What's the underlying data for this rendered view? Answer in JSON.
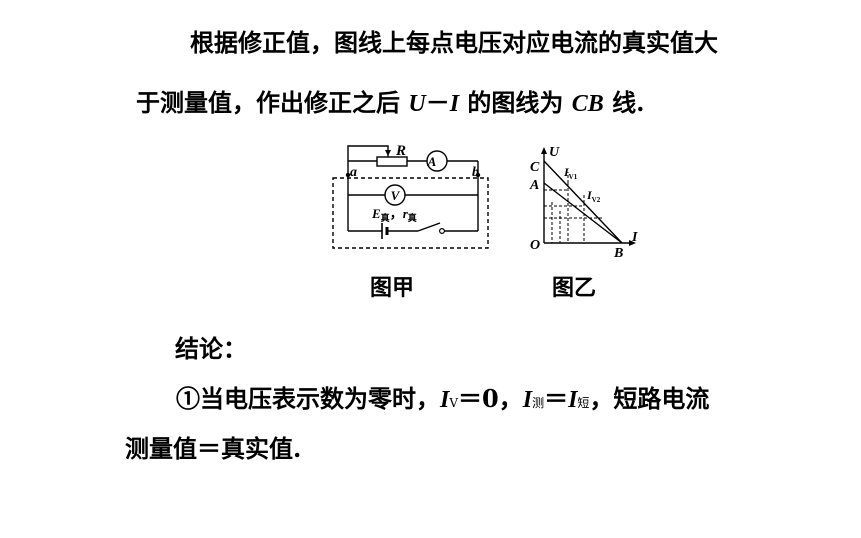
{
  "para1": {
    "line1": "根据修正值，图线上每点电压对应电流的真实值大",
    "line2_a": "于测量值，作出修正之后 ",
    "U": "U",
    "dash": "－",
    "I": "I",
    "line2_b": " 的图线为 ",
    "CB": "CB",
    "line2_c": " 线."
  },
  "figure_a": {
    "caption": "图甲",
    "R": "R",
    "ammeter": "A",
    "voltmeter": "V",
    "node_a": "a",
    "node_b": "b",
    "E": "E",
    "E_sub": "真",
    "r": "r",
    "r_sub": "真",
    "comma": "，"
  },
  "figure_b": {
    "caption": "图乙",
    "U": "U",
    "I": "I",
    "O": "O",
    "C": "C",
    "A": "A",
    "B": "B",
    "Iv1": "I",
    "Iv1_sub": "V1",
    "Iv2": "I",
    "Iv2_sub": "V2"
  },
  "conclusion": {
    "heading": "结论：",
    "item1_a": "①当电压表示数为零时，",
    "IV": "I",
    "IV_sub": "V",
    "eq0": "＝0，",
    "Imeas": "I",
    "Imeas_sub": "测",
    "eq": "＝",
    "Ishort": "I",
    "Ishort_sub": "短",
    "item1_b": "，短路电流",
    "item1_c": "测量值＝真实值."
  }
}
